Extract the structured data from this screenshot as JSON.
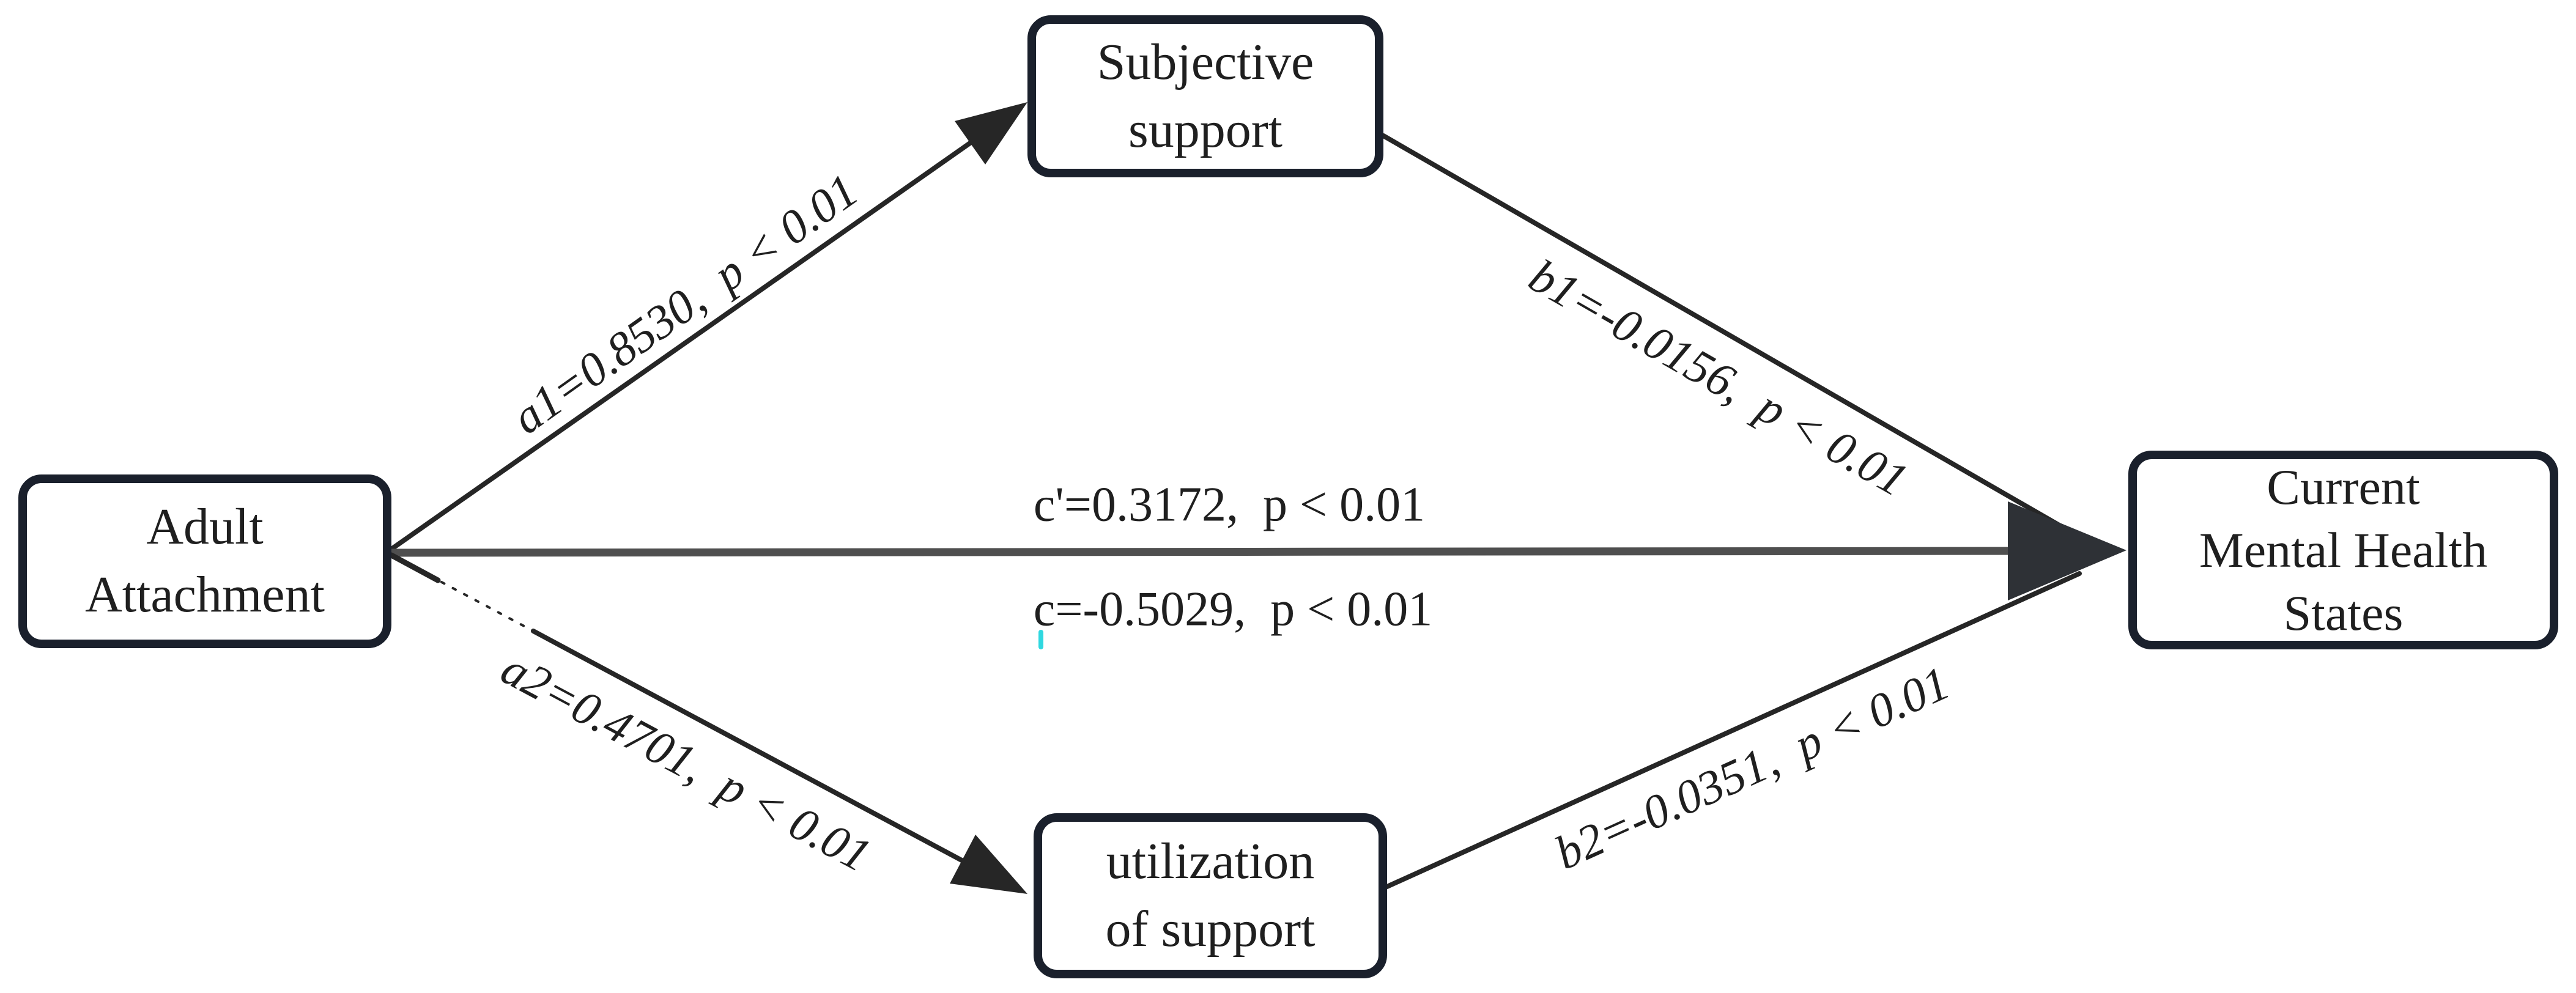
{
  "diagram": {
    "title": "mediation path model",
    "nodes": {
      "adult_attachment": {
        "lines": [
          "Adult",
          "Attachment"
        ]
      },
      "subjective_support": {
        "lines": [
          "Subjective",
          "support"
        ]
      },
      "utilization_of_support": {
        "lines": [
          "utilization",
          "of support"
        ]
      },
      "current_mental_health": {
        "lines": [
          "Current",
          "Mental Health",
          "States"
        ]
      }
    },
    "paths": {
      "a1": {
        "label": "a1=0.8530,  p < 0.01"
      },
      "b1": {
        "label": "b1=-0.0156,  p < 0.01"
      },
      "a2": {
        "label": "a2=0.4701,  p < 0.01"
      },
      "b2": {
        "label": "b2=-0.0351,  p < 0.01"
      },
      "c_prime": {
        "label": "c'=0.3172,  p < 0.01"
      },
      "c": {
        "label": "c=-0.5029,  p < 0.01"
      }
    },
    "colors": {
      "box_border": "#1a202c",
      "text": "#1f1f1f",
      "line": "#262626",
      "c_line": "#4f4f4f",
      "artifact": "#2fd8e0",
      "bg": "#ffffff"
    }
  }
}
